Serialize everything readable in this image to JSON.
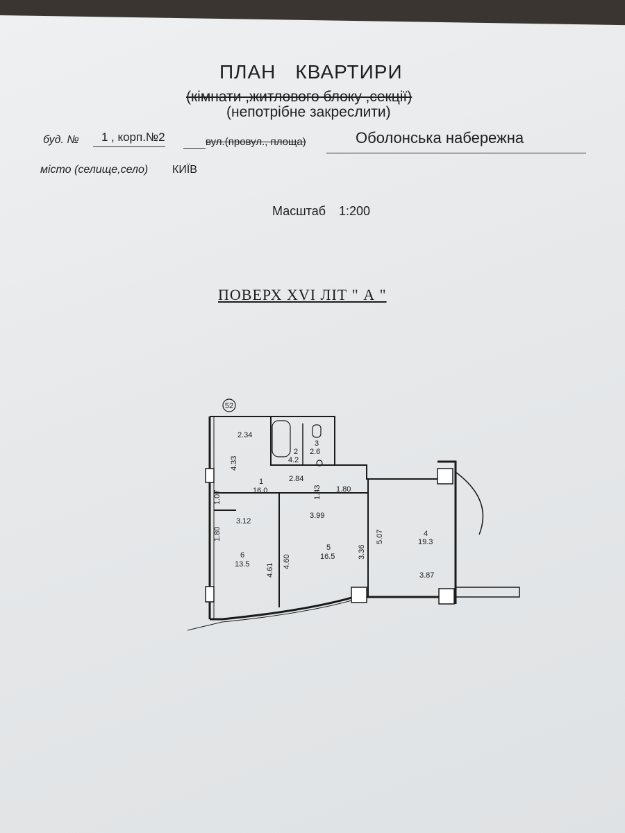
{
  "header": {
    "title_word1": "ПЛАН",
    "title_word2": "КВАРТИРИ",
    "subtitle": "(кімнати ,житлового блоку ,секції)",
    "note": "(непотрібне закреслити)"
  },
  "address": {
    "building_label": "буд. №",
    "building_value": "1",
    "korpus_label": ", корп.№2",
    "street_label": "вул.(провул., площа)",
    "street_value": "Оболонська набережна",
    "city_label": "місто (селище,село)",
    "city_value": "КИЇВ"
  },
  "scale": {
    "label": "Масштаб",
    "value": "1:200"
  },
  "floor_heading": "ПОВЕРХ  XVI  ЛІТ \" А \"",
  "plan": {
    "marker": "52",
    "rooms": [
      {
        "number": "1",
        "area": "16.0"
      },
      {
        "number": "2",
        "area": "4.2"
      },
      {
        "number": "3",
        "area": "2.6"
      },
      {
        "number": "4",
        "area": "19.3"
      },
      {
        "number": "5",
        "area": "16.5"
      },
      {
        "number": "6",
        "area": "13.5"
      }
    ],
    "dimensions": [
      "2.34",
      "4.33",
      "2.84",
      "1.43",
      "1.80",
      "1.07",
      "3.12",
      "3.99",
      "1.80",
      "4.61",
      "4.60",
      "3.36",
      "5.07",
      "3.87"
    ]
  }
}
